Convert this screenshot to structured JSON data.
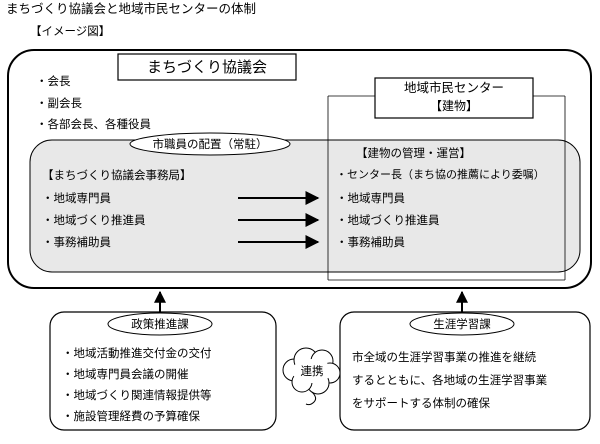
{
  "title": "まちづくり協議会と地域市民センターの体制",
  "subtitle": "【イメージ図】",
  "council": {
    "name": "まちづくり協議会",
    "roles": [
      "・会長",
      "・副会長",
      "・各部会長、各種役員"
    ]
  },
  "center": {
    "name": "地域市民センター",
    "building": "【建物】"
  },
  "staff_placement": {
    "label": "市職員の配置（常駐）",
    "office_header": "【まちづくり協議会事務局】",
    "office_items": [
      "・地域専門員",
      "・地域づくり推進員",
      "・事務補助員"
    ]
  },
  "building_mgmt": {
    "header": "【建物の管理・運営】",
    "items": [
      "・センター長（まち協の推薦により委嘱）",
      "・地域専門員",
      "・地域づくり推進員",
      "・事務補助員"
    ]
  },
  "policy": {
    "name": "政策推進課",
    "items": [
      "・地域活動推進交付金の交付",
      "・地域専門員会議の開催",
      "・地域づくり関連情報提供等",
      "・施設管理経費の予算確保"
    ]
  },
  "cooperation": "連携",
  "lifelong": {
    "name": "生涯学習課",
    "text": [
      "市全域の生涯学習事業の推進を継続",
      "するとともに、各地域の生涯学習事業",
      "をサポートする体制の確保"
    ]
  }
}
